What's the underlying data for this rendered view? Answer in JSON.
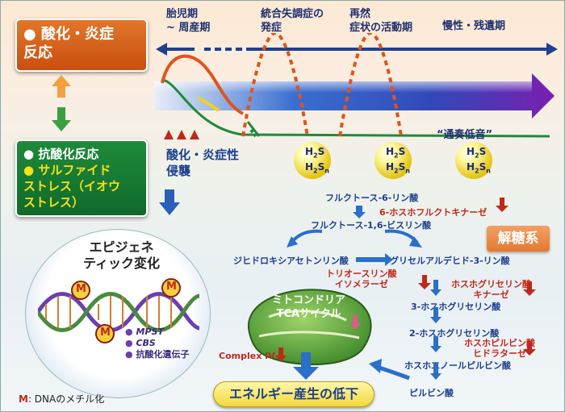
{
  "header": {
    "col1": "胎児期\n~ 周産期",
    "col2": "統合失調症の\n発症",
    "col3": "再然\n症状の活動期",
    "col4": "慢性・残遺期"
  },
  "left_boxes": {
    "oxidation": {
      "bullet": "●",
      "label": "酸化・炎症\n反応"
    },
    "antioxidant": {
      "line1_bullet": "●",
      "line1": "抗酸化反応",
      "line2_bullet": "●",
      "line2": "サルファイド\nストレス（イオウ\nストレス）"
    }
  },
  "labels": {
    "tsuso": "“通奏低音”",
    "oxidation_attack": "酸化・炎症性\n侵襲",
    "h2s_label": "H2S\nH2Sn",
    "h2s_top": "H",
    "h2s_bottom": "H",
    "sub2": "2",
    "s": "S",
    "sn": "n",
    "epigenetic": "エピジェネ\nティック変化",
    "m": "M",
    "mpst": "MPST",
    "cbs": "CBS",
    "antioxidant_gene": "抗酸化遺伝子",
    "dna_methyl_m": "M",
    "dna_methyl_text": ": DNAのメチル化",
    "mito": "ミトコンドリア\nTCAサイクル",
    "complex_iv": "Complex IV",
    "energy": "エネルギー産生の低下",
    "glycolysis": "解糖系"
  },
  "pathway": {
    "f6p": "フルクトース-6-リン酸",
    "pfk": "6-ホスホフルクトキナーゼ",
    "f16bp": "フルクトース-1,6-ビスリン酸",
    "dhap": "ジヒドロキシアセトンリン酸",
    "g3p": "グリセルアルデヒド-3-リン酸",
    "tpi": "トリオースリン酸\nイソメラーゼ",
    "pgk": "ホスホグリセリン酸\nキナーゼ",
    "p3g": "3-ホスホグリセリン酸",
    "p2g": "2-ホスホグリセリン酸",
    "eno": "ホスホピルビン酸\nヒドラターゼ",
    "pep": "ホスホエノールピルビン酸",
    "pyr": "ピルビン酸"
  },
  "colors": {
    "orange": "#d8601c",
    "green": "#17813a",
    "blue": "#1a3f8f",
    "red": "#c0281b",
    "purple": "#6a3fb0"
  }
}
